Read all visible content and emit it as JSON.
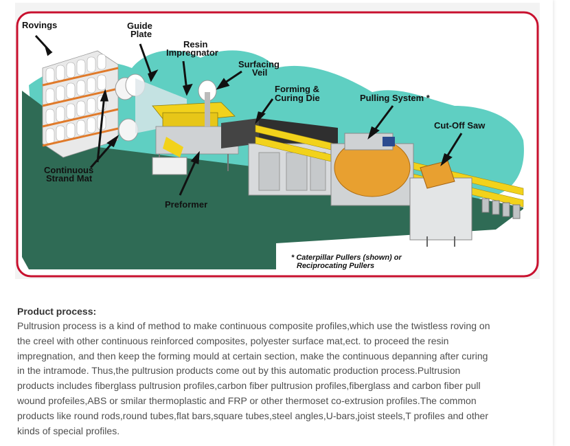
{
  "diagram": {
    "labels": {
      "rovings": "Rovings",
      "guide_plate_1": "Guide",
      "guide_plate_2": "Plate",
      "resin_impregnator_1": "Resin",
      "resin_impregnator_2": "Impregnator",
      "surfacing_veil_1": "Surfacing",
      "surfacing_veil_2": "Veil",
      "forming_die_1": "Forming &",
      "forming_die_2": "Curing Die",
      "pulling_system": "Pulling System *",
      "cut_off_saw": "Cut-Off Saw",
      "continuous_strand_mat_1": "Continuous",
      "continuous_strand_mat_2": "Strand Mat",
      "preformer": "Preformer",
      "footnote_1": "* Caterpillar Pullers (shown) or",
      "footnote_2": "Reciprocating Pullers"
    },
    "colors": {
      "frame_border": "#c8102e",
      "teal_background": "#5fcfc2",
      "floor": "#2f6b55",
      "profile_yellow": "#f2d21b",
      "puller_orange": "#e8a030",
      "machine_gray": "#cfd2d4"
    }
  },
  "caption": {
    "heading": "Product process:",
    "lines": [
      "Pultrusion process is a kind of method to make continuous composite profiles,which use the twistless roving on",
      "the creel with other continuous reinforced composites, polyester surface mat,ect. to proceed the resin",
      "impregnation, and then keep the forming mould at certain section, make the continuous depanning after curing",
      "in the intramode. Thus,the pultrusion products come out by this automatic production process.Pultrusion",
      "products includes fiberglass pultrusion profiles,carbon fiber pultrusion profiles,fiberglass and carbon fiber pull",
      "wound profeiles,ABS or smilar thermoplastic and FRP or other thermoset co-extrusion profiles.The common",
      "products like round rods,round tubes,flat bars,square tubes,steel angles,U-bars,joist steels,T profiles and other",
      "kinds of special profiles."
    ]
  }
}
